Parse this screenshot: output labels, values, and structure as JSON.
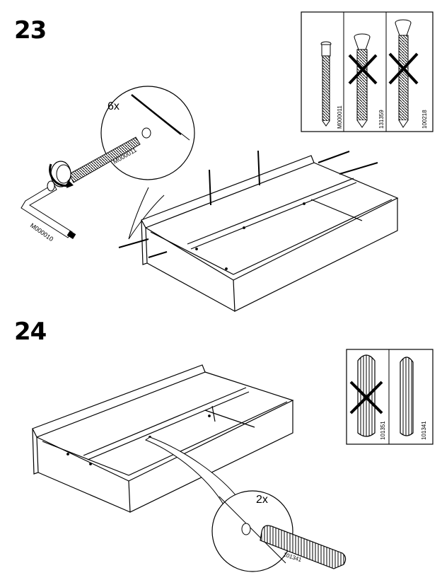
{
  "step23": {
    "number": "23",
    "quantity": "6x",
    "tool_code": "M000010",
    "screw_code_callout": "M000011",
    "parts_panel": [
      "M000011",
      "131359",
      "100218"
    ]
  },
  "step24": {
    "number": "24",
    "quantity": "2x",
    "dowel_code_callout": "101341",
    "parts_panel": [
      "101351",
      "101341"
    ]
  }
}
